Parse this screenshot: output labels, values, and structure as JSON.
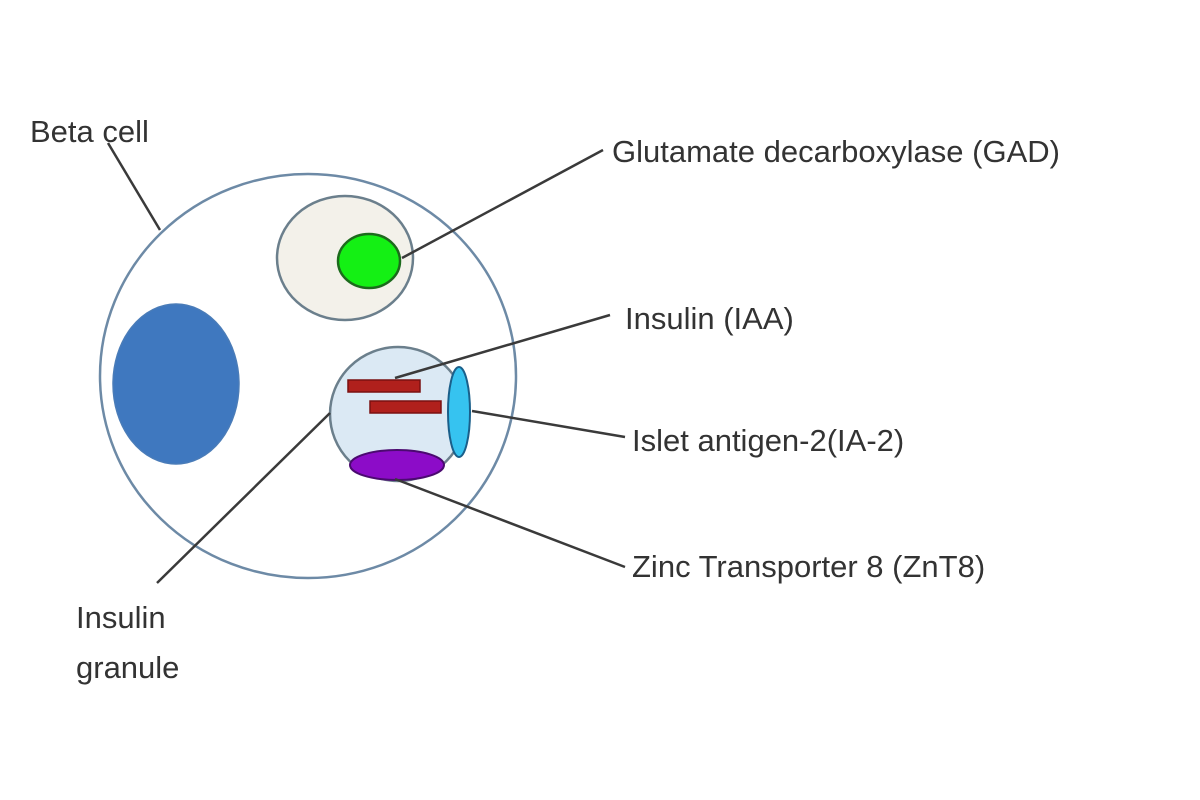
{
  "labels": {
    "beta_cell": "Beta cell",
    "gad": "Glutamate decarboxylase (GAD)",
    "insulin": "Insulin (IAA)",
    "ia2": "Islet antigen-2(IA-2)",
    "znt8": "Zinc Transporter 8 (ZnT8)",
    "granule_line1": "Insulin",
    "granule_line2": "granule"
  },
  "colors": {
    "nucleus": "#3f78bf",
    "gad": "#14f014",
    "insulin": "#b0201c",
    "ia2": "#36c3f0",
    "znt8": "#8c0cc8",
    "granule": "#dbe9f4",
    "vesicle": "#f3f1ea",
    "outline": "#6d8aa6"
  }
}
